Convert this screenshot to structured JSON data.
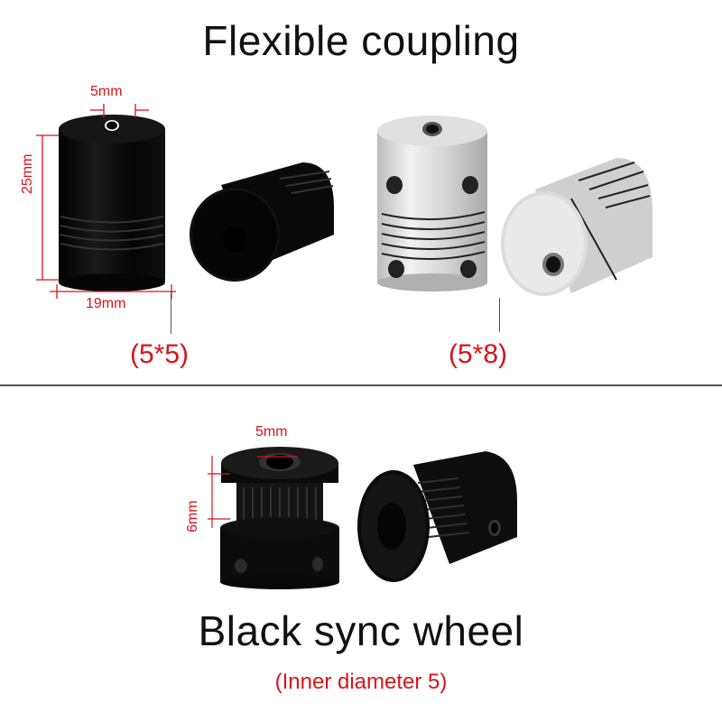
{
  "sections": {
    "coupling": {
      "title": "Flexible coupling",
      "variants": [
        {
          "label": "(5*5)",
          "finish": "black",
          "dimensions": {
            "bore": "5mm",
            "length": "25mm",
            "diameter": "19mm"
          }
        },
        {
          "label": "(5*8)",
          "finish": "silver"
        }
      ]
    },
    "pulley": {
      "title": "Black sync wheel",
      "subtitle": "(Inner diameter 5)",
      "dimensions": {
        "bore": "5mm",
        "height": "6mm"
      }
    }
  },
  "colors": {
    "annotation": "#d9131b",
    "text": "#111111",
    "divider": "#555555"
  }
}
